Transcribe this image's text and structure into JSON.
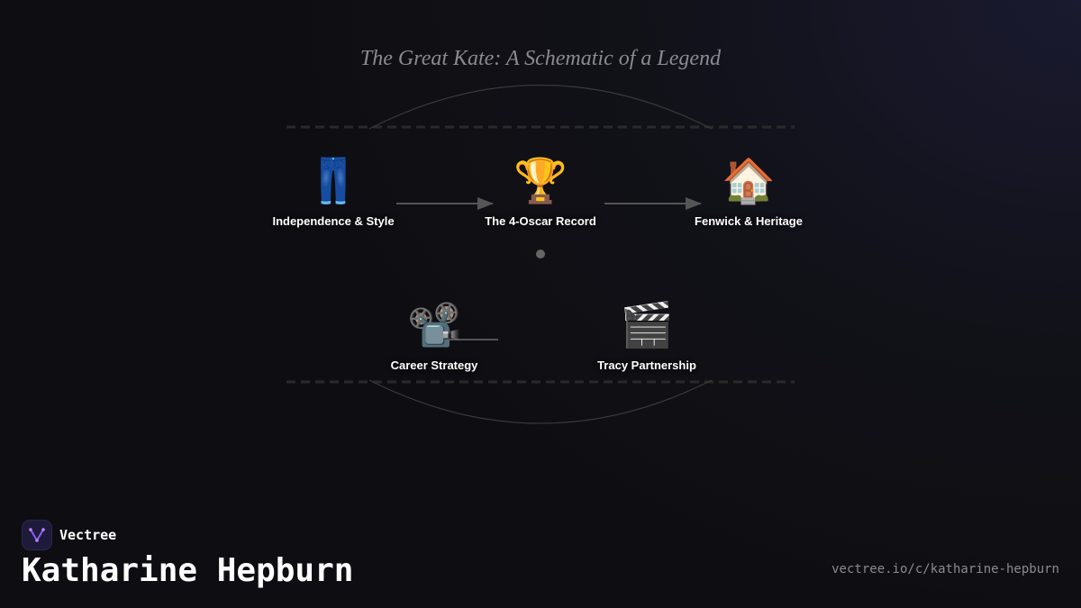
{
  "diagram": {
    "title": "The Great Kate: A Schematic of a Legend",
    "nodes": [
      {
        "id": "independence",
        "icon": "jeans-icon",
        "glyph": "👖",
        "label": "Independence & Style"
      },
      {
        "id": "oscar",
        "icon": "trophy-icon",
        "glyph": "🏆",
        "label": "The 4-Oscar Record"
      },
      {
        "id": "fenwick",
        "icon": "house-icon",
        "glyph": "🏠",
        "label": "Fenwick & Heritage"
      },
      {
        "id": "career",
        "icon": "film-projector-icon",
        "glyph": "📽️",
        "label": "Career Strategy"
      },
      {
        "id": "tracy",
        "icon": "clapper-board-icon",
        "glyph": "🎬",
        "label": "Tracy Partnership"
      }
    ],
    "edges": [
      {
        "from": "independence",
        "to": "oscar"
      },
      {
        "from": "oscar",
        "to": "fenwick"
      }
    ]
  },
  "brand": {
    "name": "Vectree",
    "logo_icon": "vectree-logo-icon"
  },
  "page": {
    "heading": "Katharine Hepburn",
    "url": "vectree.io/c/katharine-hepburn"
  },
  "colors": {
    "background": "#0f0f13",
    "line": "#555555",
    "dashed": "#2a2a2a",
    "title_text": "#8a8a90",
    "accent": "#8b5cf6"
  }
}
